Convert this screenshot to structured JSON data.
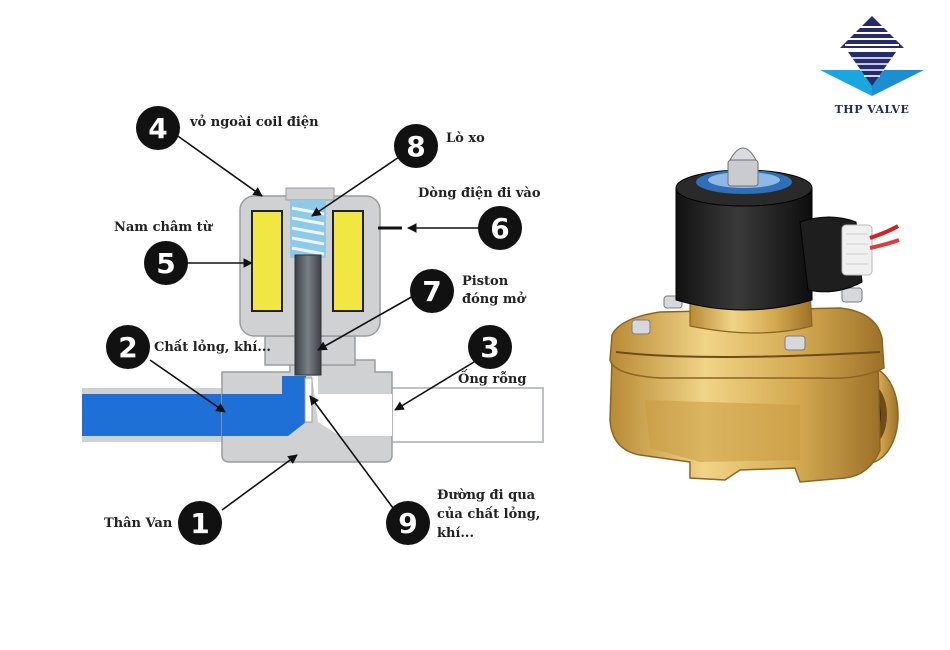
{
  "brand": {
    "name": "THP VALVE",
    "colors": {
      "navy": "#242b6e",
      "cyan": "#1aa7e0"
    }
  },
  "diagram": {
    "colors": {
      "fluid": "#1e6fd6",
      "body": "#cfd1d3",
      "coil": "#f2e642",
      "spring": "#8fc9ea",
      "piston": "#555a60",
      "marker": "#111111"
    },
    "parts": [
      {
        "num": "1",
        "lines": [
          "Thân Van"
        ]
      },
      {
        "num": "2",
        "lines": [
          "Chất lỏng, khí..."
        ]
      },
      {
        "num": "3",
        "lines": [
          "Ống rỗng"
        ]
      },
      {
        "num": "4",
        "lines": [
          "vỏ ngoài coil điện"
        ]
      },
      {
        "num": "5",
        "lines": [
          "Nam châm từ"
        ]
      },
      {
        "num": "6",
        "lines": [
          "Dòng điện đi vào"
        ]
      },
      {
        "num": "7",
        "lines": [
          "Piston",
          "đóng mở"
        ]
      },
      {
        "num": "8",
        "lines": [
          "Lò xo"
        ]
      },
      {
        "num": "9",
        "lines": [
          "Đường đi qua",
          "của chất lỏng,",
          "khí..."
        ]
      }
    ]
  },
  "photo": {
    "icon": "brass-solenoid-valve-photo",
    "colors": {
      "brass": "#d9b15a",
      "coil": "#1b1b1b"
    }
  }
}
